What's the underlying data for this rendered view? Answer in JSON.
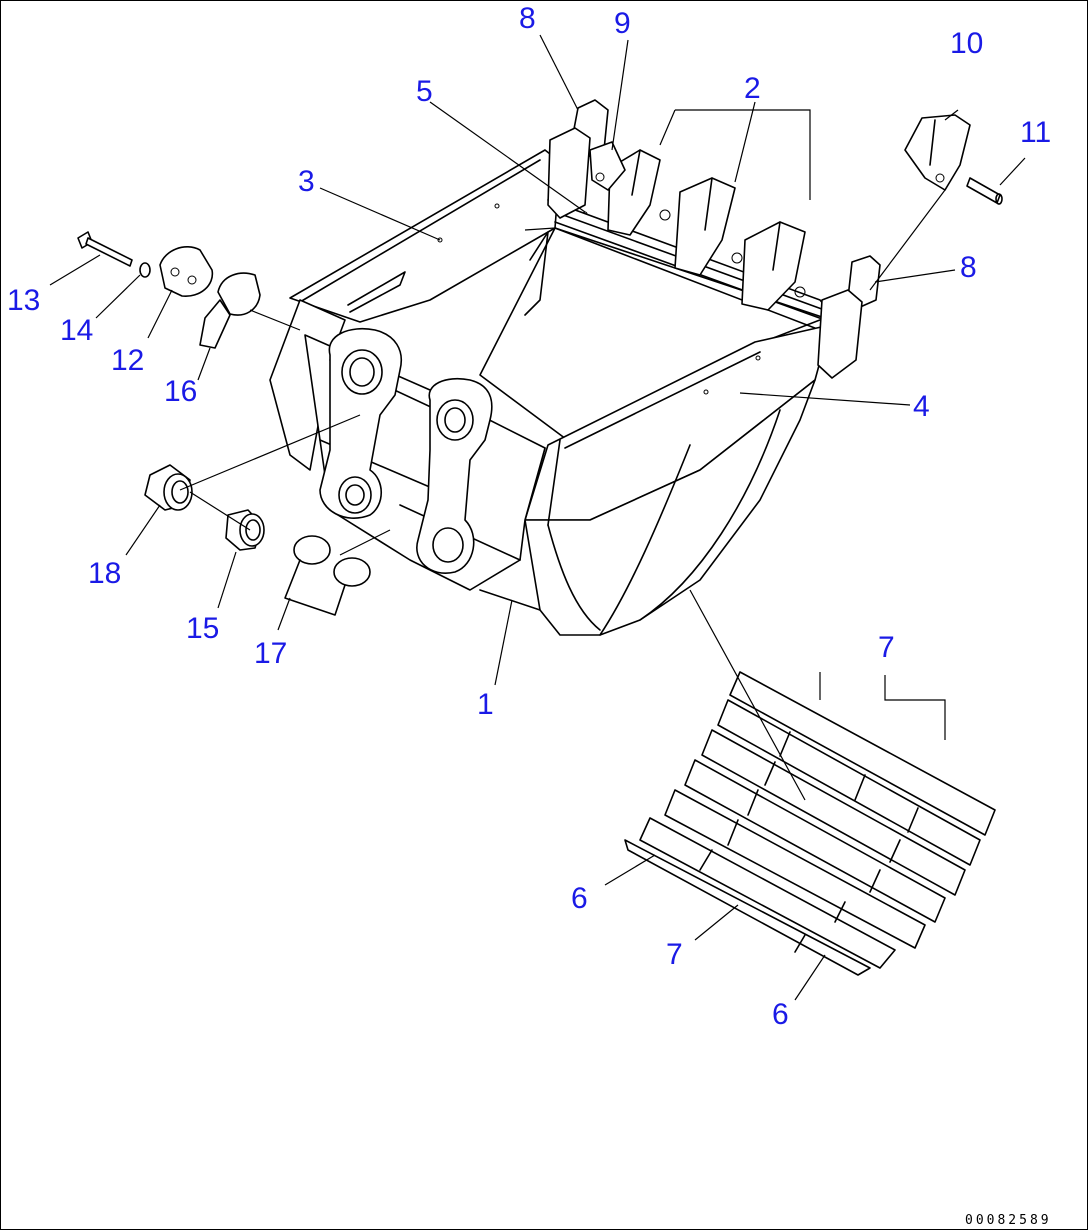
{
  "diagram": {
    "callouts": {
      "c1": "1",
      "c2": "2",
      "c3": "3",
      "c4": "4",
      "c5": "5",
      "c6a": "6",
      "c6b": "6",
      "c7a": "7",
      "c7b": "7",
      "c8a": "8",
      "c8b": "8",
      "c9": "9",
      "c10": "10",
      "c11": "11",
      "c12": "12",
      "c13": "13",
      "c14": "14",
      "c15": "15",
      "c16": "16",
      "c17": "17",
      "c18": "18"
    },
    "drawing_code": "00082589",
    "label_color": "#1a1ae6"
  }
}
